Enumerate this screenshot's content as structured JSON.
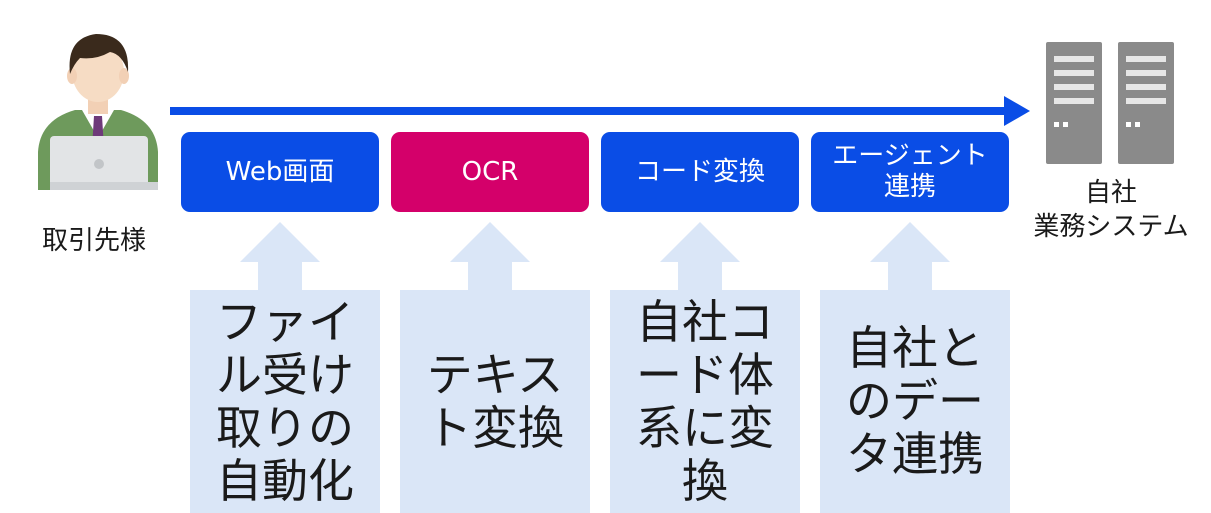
{
  "customer": {
    "label": "取引先様",
    "icon": "person-with-laptop-icon"
  },
  "system": {
    "label": "自社\n業務システム",
    "icon": "server-icon"
  },
  "flow": {
    "direction": "left-to-right",
    "arrow_color": "#0a4de6"
  },
  "steps": [
    {
      "label": "Web画面",
      "color": "#0a4de6"
    },
    {
      "label": "OCR",
      "color": "#d4006a"
    },
    {
      "label": "コード変換",
      "color": "#0a4de6"
    },
    {
      "label": "エージェント\n連携",
      "color": "#0a4de6"
    }
  ],
  "descriptions": [
    "ファイル受け取りの自動化",
    "テキスト変換",
    "自社コード体系に変換",
    "自社とのデータ連携"
  ],
  "colors": {
    "step_blue": "#0a4de6",
    "step_pink": "#d4006a",
    "description_bg": "#dae6f7",
    "up_arrow": "#dae6f7"
  }
}
